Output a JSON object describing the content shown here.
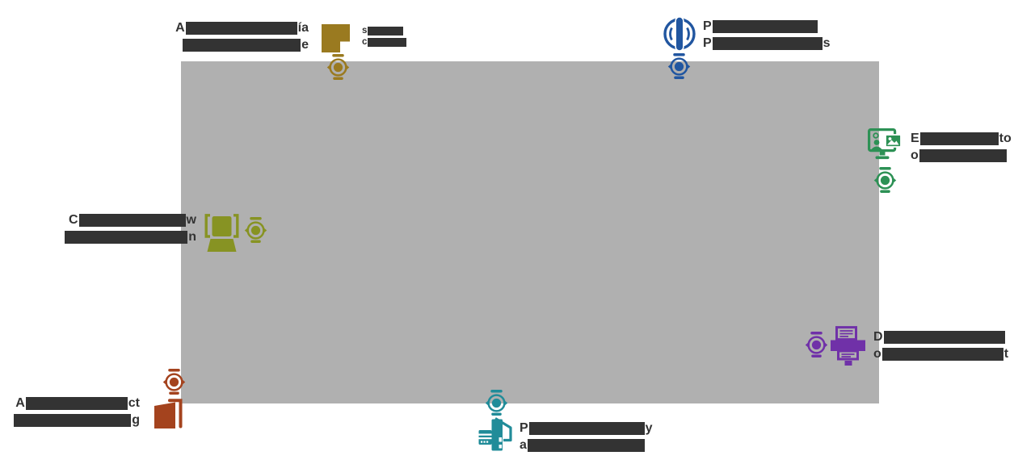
{
  "palette": {
    "background": "#FFFFFF",
    "floor_area": "#B0B0B0",
    "text": "#333333"
  },
  "floor_area": {
    "description": "large gray rectangle (floor plan area)"
  },
  "groups": [
    {
      "name": "amber-device",
      "color": "#9A7A20",
      "icons": [
        "panel-device-icon",
        "camera-360-icon"
      ],
      "label_lines": [
        {
          "start": "A",
          "end": "ía"
        },
        {
          "start": "",
          "end": "e"
        }
      ],
      "sub_lines": [
        {
          "start": "s",
          "end": ""
        },
        {
          "start": "c",
          "end": ""
        }
      ]
    },
    {
      "name": "blue-device",
      "color": "#2156A0",
      "icons": [
        "siren-speaker-icon",
        "camera-360-icon"
      ],
      "label_lines": [
        {
          "start": "P",
          "end": ""
        },
        {
          "start": "P",
          "end": "s"
        }
      ]
    },
    {
      "name": "green-device",
      "color": "#2D9155",
      "icons": [
        "workstation-monitor-icon",
        "camera-360-icon"
      ],
      "label_lines": [
        {
          "start": "E",
          "end": "to"
        },
        {
          "start": "o",
          "end": ""
        }
      ]
    },
    {
      "name": "olive-device",
      "color": "#879323",
      "icons": [
        "chair-top-view-icon",
        "camera-360-icon"
      ],
      "label_lines": [
        {
          "start": "C",
          "end": "w"
        },
        {
          "start": "",
          "end": "n"
        }
      ]
    },
    {
      "name": "purple-device",
      "color": "#7031A8",
      "icons": [
        "camera-360-icon",
        "printer-documents-icon"
      ],
      "label_lines": [
        {
          "start": "D",
          "end": ""
        },
        {
          "start": "o",
          "end": "t"
        }
      ]
    },
    {
      "name": "brown-device",
      "color": "#A4431E",
      "icons": [
        "camera-360-icon",
        "open-door-icon"
      ],
      "label_lines": [
        {
          "start": "A",
          "end": "ct"
        },
        {
          "start": "",
          "end": "g"
        }
      ]
    },
    {
      "name": "teal-device",
      "color": "#218C99",
      "icons": [
        "camera-360-icon",
        "kiosk-terminal-icon"
      ],
      "label_lines": [
        {
          "start": "P",
          "end": "y"
        },
        {
          "start": "a",
          "end": ""
        }
      ]
    }
  ]
}
